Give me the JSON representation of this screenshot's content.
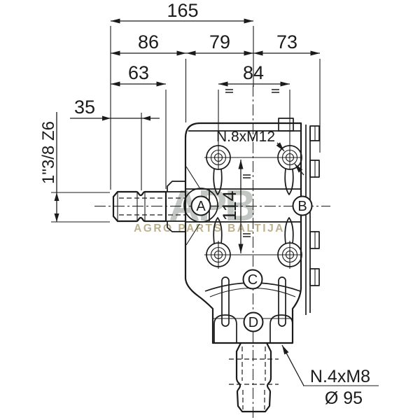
{
  "drawing": {
    "dims": {
      "overall_width": "165",
      "left_section": "86",
      "mid_section": "79",
      "right_section": "73",
      "shaft_length": "63",
      "bolt_spacing_h": "84",
      "spline_length": "35",
      "bolt_spacing_v": "114",
      "input_shaft_spline": "1\"3/8 Z6"
    },
    "ports": {
      "a": "A",
      "b": "B",
      "c": "C",
      "d": "D"
    },
    "notes": {
      "rear_bolts": "N.8xM12",
      "bottom_bolts": "N.4xM8",
      "bottom_flange_dia": "Ø 95"
    },
    "watermark": {
      "logo": "APB",
      "name": "AGRO PARTS BALTIJA",
      "logo_color": "#c2c7c3",
      "name_color": "#bcb18f"
    },
    "colors": {
      "line": "#1b1b1b",
      "background": "#ffffff"
    }
  }
}
